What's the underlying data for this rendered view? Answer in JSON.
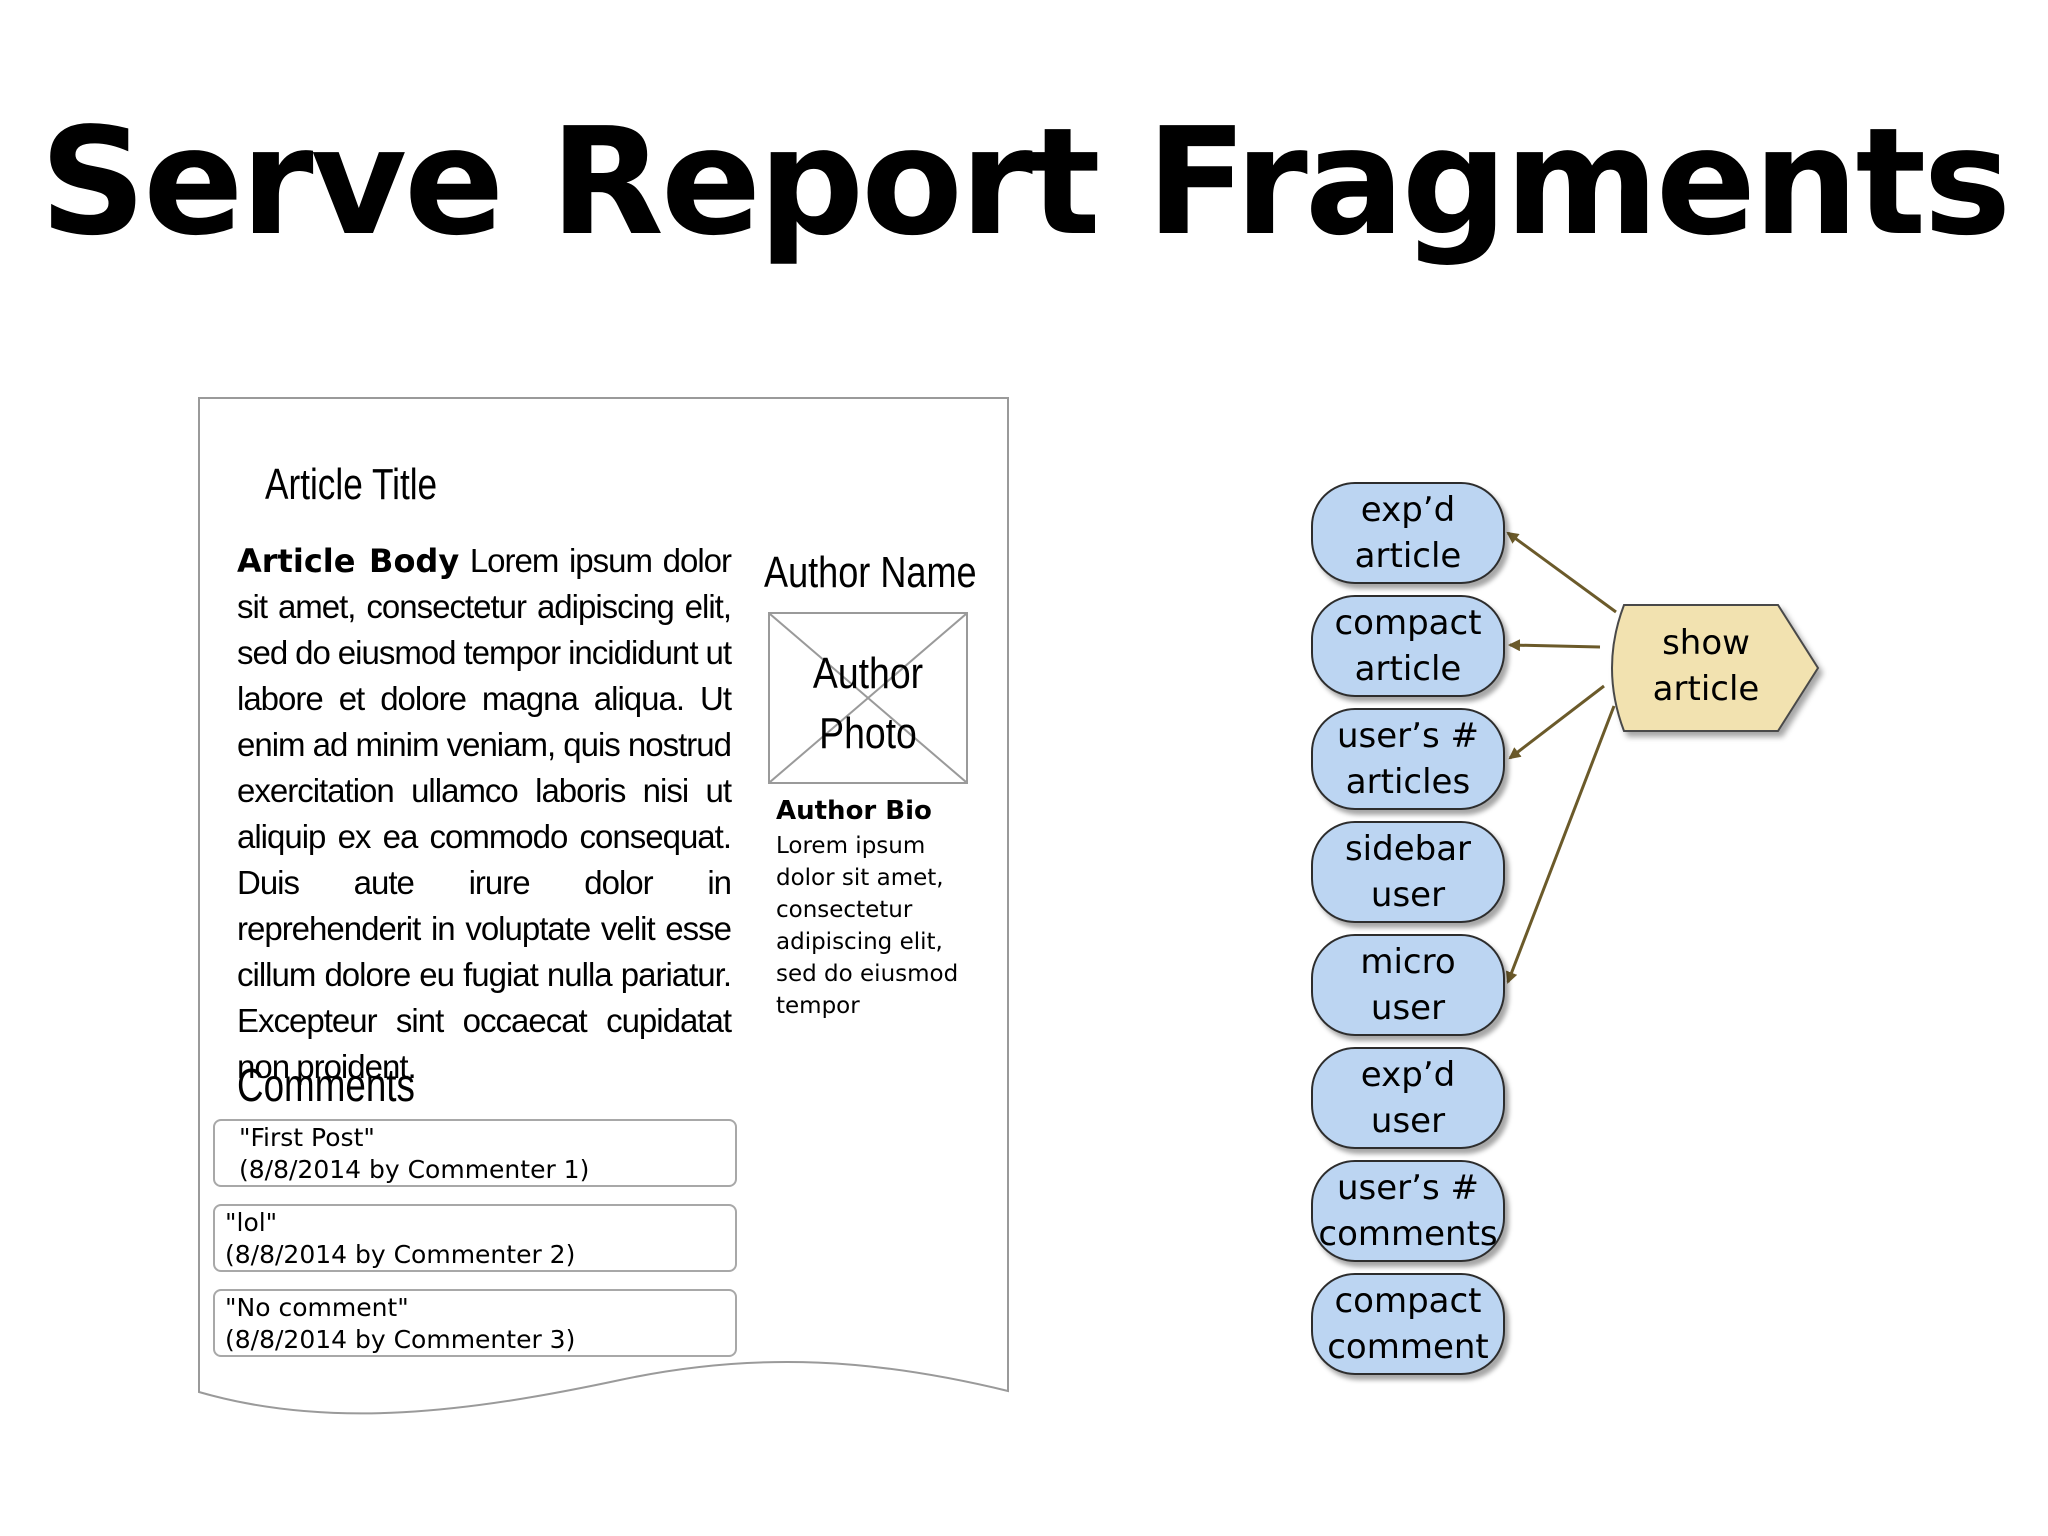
{
  "slide": {
    "title": "Serve Report Fragments"
  },
  "document": {
    "article_title": "Article Title",
    "article_body_lead": "Article Body",
    "article_body_text": "Lorem ipsum dolor sit amet, consectetur adipiscing elit, sed do eiusmod tempor incididunt ut labore et dolore magna aliqua. Ut enim ad minim veniam, quis nostrud exercitation ullamco laboris nisi ut aliquip ex ea commodo consequat. Duis aute irure dolor in reprehenderit in voluptate velit esse cillum dolore eu fugiat nulla pariatur. Excepteur sint occaecat cupidatat non proident.",
    "author_name": "Author Name",
    "author_photo_label": "Author Photo",
    "author_bio_title": "Author Bio",
    "author_bio_text": "Lorem ipsum dolor sit amet, consectetur adipiscing elit, sed do eiusmod tempor",
    "comments_title": "Comments",
    "comments": [
      {
        "text": "\"First Post\"",
        "meta": "(8/8/2014 by Commenter 1)"
      },
      {
        "text": "\"lol\"",
        "meta": "(8/8/2014 by Commenter 2)"
      },
      {
        "text": "\"No comment\"",
        "meta": "(8/8/2014 by Commenter 3)"
      }
    ]
  },
  "diagram": {
    "action": "show\narticle",
    "fragments": [
      "exp’d\narticle",
      "compact\narticle",
      "user’s #\narticles",
      "sidebar\nuser",
      "micro\nuser",
      "exp’d\nuser",
      "user’s #\ncomments",
      "compact\ncomment"
    ],
    "connections_from_action_to_fragment_index": [
      0,
      1,
      2,
      4
    ],
    "colors": {
      "fragment_fill": "#bcd5f2",
      "action_fill": "#f2e2b0",
      "arrow": "#6b5a2a",
      "page_border": "#9a9a9a"
    }
  }
}
